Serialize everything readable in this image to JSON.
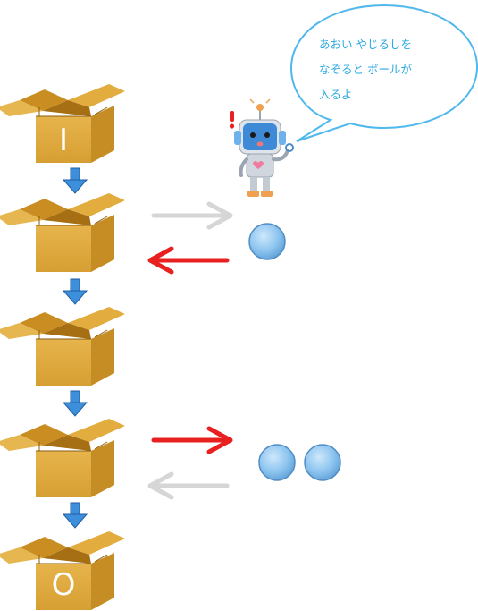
{
  "speech_bubble": {
    "lines": [
      "あおい やじるしを",
      "なぞると ボールが",
      "入るよ"
    ]
  },
  "boxes": [
    {
      "label": "I"
    },
    {
      "label": ""
    },
    {
      "label": ""
    },
    {
      "label": ""
    },
    {
      "label": "O"
    }
  ],
  "colors": {
    "box": "#e0b04a",
    "down_arrow": "#3d8fdc",
    "red_arrow": "#e82020",
    "gray_arrow": "#d6d6d6",
    "ball": "#8cc4ef",
    "bubble_stroke": "#4fb8ec",
    "bubble_text": "#2aa9e0"
  },
  "icons": [
    "robot-icon",
    "exclamation-icon",
    "ball-icon"
  ]
}
